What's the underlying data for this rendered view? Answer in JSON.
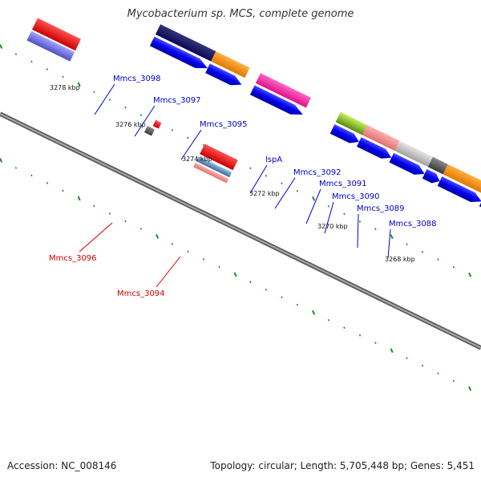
{
  "title": "Mycobacterium sp. MCS, complete genome",
  "footer": {
    "accession": "Accession: NC_008146",
    "summary": "Topology: circular; Length: 5,705,448 bp; Genes: 5,451"
  },
  "colors": {
    "backbone": "#808080",
    "forward_label": "#0000cc",
    "reverse_label": "#cc0000",
    "cds_blue": "#0000ee",
    "tick_green": "#228b22"
  },
  "ticks": [
    "3278 kbp",
    "3276 kbp",
    "3274 kbp",
    "3272 kbp",
    "3270 kbp",
    "3268 kbp"
  ],
  "forward_labels": [
    "Mmcs_3098",
    "Mmcs_3097",
    "Mmcs_3095",
    "lspA",
    "Mmcs_3092",
    "Mmcs_3091",
    "Mmcs_3090",
    "Mmcs_3089",
    "Mmcs_3088"
  ],
  "reverse_labels": [
    "Mmcs_3096",
    "Mmcs_3094"
  ]
}
